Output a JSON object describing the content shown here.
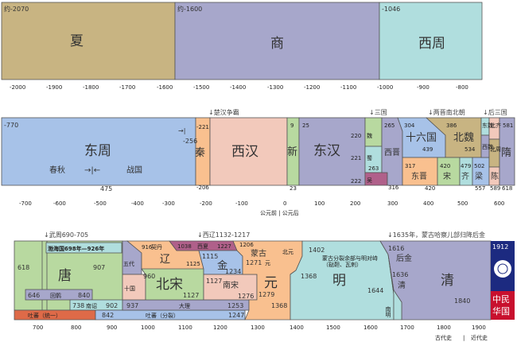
{
  "colors": {
    "xia": "#c8b482",
    "shang": "#a7a7cb",
    "xizhou": "#b0dede",
    "dongzhou": "#a7c2e8",
    "qin": "#f9c08f",
    "xihan": "#f2c9bb",
    "xin": "#b8d9a0",
    "donghan": "#a7a7cb",
    "wei": "#b8d9a0",
    "shu": "#b0dede",
    "wu": "#b0608a",
    "jin": "#a7a7cb",
    "shiliu": "#a7c2e8",
    "beiwei": "#c8b482",
    "dongjin": "#f9c08f",
    "song": "#b8d9a0",
    "qi": "#b0dede",
    "liang": "#a7c2e8",
    "chen": "#f2c9bb",
    "tang": "#b8d9a0",
    "tubo1": "#de6a48",
    "tubo2": "#a7c2e8",
    "liao": "#f9c08f",
    "xixia": "#b0608a",
    "jinn": "#a7c2e8",
    "yuan": "#f9c08f",
    "ming": "#b0dede",
    "qing": "#a7a7cb",
    "roc_blue": "#1c2a80",
    "roc_red": "#c8102e"
  },
  "row1": {
    "xia": {
      "name": "夏",
      "start": "约-2070"
    },
    "shang": {
      "name": "商",
      "start": "约-1600"
    },
    "xizhou": {
      "name": "西周",
      "start": "-1046"
    },
    "ticks": [
      "-2000",
      "-1900",
      "-1800",
      "-1700",
      "-1600",
      "-1500",
      "-1400",
      "-1300",
      "-1200",
      "-1100",
      "-1000",
      "-900",
      "-800"
    ]
  },
  "row2": {
    "annotations": {
      "chuhan": "↓楚汉争霸",
      "sanguo": "↓三国",
      "jinnan": "↓两晋南北朝",
      "housan": "↓后三国"
    },
    "dongzhou": {
      "name": "东周",
      "start": "-770",
      "chunqiu": "春秋",
      "zhanguo": "战国",
      "split": "475",
      "arrow": "→|←",
      "qin_arrow": "→|",
      "y256": "-256"
    },
    "qin": {
      "name": "秦",
      "start": "-221",
      "end": "-206"
    },
    "xihan": {
      "name": "西汉"
    },
    "xin": {
      "name": "新",
      "start": "9",
      "end": "23"
    },
    "donghan": {
      "name": "东汉",
      "start": "25",
      "end1": "220",
      "end2": "221",
      "end3": "222"
    },
    "wei": {
      "name": "魏"
    },
    "shu": {
      "name": "蜀",
      "end": "263"
    },
    "wu": {
      "name": "吴"
    },
    "xijin": {
      "name": "西晋",
      "start": "265",
      "end": "316"
    },
    "shiliu": {
      "name": "十六国",
      "start": "304",
      "end": "439"
    },
    "beiwei": {
      "name": "北魏",
      "start": "386",
      "end": "534"
    },
    "dongjin": {
      "name": "东晋",
      "start": "317",
      "end": "420"
    },
    "song": {
      "name": "宋",
      "start": "420"
    },
    "qi": {
      "name": "齐",
      "start": "479"
    },
    "liang": {
      "name": "梁",
      "start": "502",
      "end": "557"
    },
    "chen": {
      "name": "陈",
      "end": "589"
    },
    "dongwei": {
      "name": "东魏"
    },
    "xiwei": {
      "name": "西魏"
    },
    "beiqi": {
      "name": "北齐"
    },
    "beizhou": {
      "name": "北周"
    },
    "sui": {
      "name": "隋",
      "start": "581",
      "end": "618"
    },
    "ticks": [
      "-700",
      "-600",
      "-500",
      "-400",
      "-300",
      "-200",
      "-100",
      "0",
      "100",
      "200",
      "300",
      "400",
      "500",
      "600"
    ],
    "era_label": "公元前 | 公元后"
  },
  "row3": {
    "annotations": {
      "wuzhou": "↓武周690-705",
      "xiliao": "↓西辽1132-1217",
      "houjin": "↓1635年，蒙古哈察儿部归降后金"
    },
    "tang": {
      "name": "唐",
      "start": "618",
      "end": "907"
    },
    "bohai": {
      "name": "渤海国698年—926年"
    },
    "huihu": {
      "name": "回鹘",
      "start": "646",
      "end": "840"
    },
    "nanzhao": {
      "name": "南诏",
      "start": "738",
      "end": "902"
    },
    "tubo1": {
      "name": "吐蕃（统一）"
    },
    "tubo2": {
      "name": "吐蕃（分裂）",
      "start": "842",
      "end": "1247"
    },
    "wudai": {
      "name": "五代"
    },
    "shiguo": {
      "name": "十国"
    },
    "dali": {
      "name": "大理",
      "start": "937",
      "end": "1253"
    },
    "liao": {
      "name": "辽",
      "qidan": "契丹",
      "start": "916",
      "end": "1125"
    },
    "beisong": {
      "name": "北宋",
      "start": "960",
      "end": "1127"
    },
    "xixia": {
      "name": "西夏",
      "start": "1038",
      "end": "1227"
    },
    "jin": {
      "name": "金",
      "start": "1115",
      "end": "1234"
    },
    "nansong": {
      "name": "南宋",
      "start": "1127",
      "end": "1276"
    },
    "menggu": {
      "name": "蒙古",
      "start": "1206",
      "yuan_start": "1271",
      "yuan_label": "元"
    },
    "yuan": {
      "name": "元",
      "s1279": "1279",
      "end": "1368"
    },
    "beiyuan": {
      "name": "北元"
    },
    "ming": {
      "name": "明",
      "start": "1368",
      "note1": "蒙古分裂余部与明对峙",
      "note2": "（鞑靼、瓦剌）",
      "n1402": "1402",
      "end": "1644"
    },
    "nanming": {
      "name": "南明"
    },
    "houjin": {
      "name": "后金",
      "start": "1616"
    },
    "qing": {
      "name": "清",
      "start": "1636",
      "small": "清",
      "modern": "1840"
    },
    "roc": {
      "name1": "中民",
      "name2": "华国",
      "start": "1912"
    },
    "ticks": [
      "700",
      "800",
      "900",
      "1000",
      "1100",
      "1200",
      "1300",
      "1400",
      "1500",
      "1600",
      "1700",
      "1800",
      "1900"
    ],
    "period": {
      "ancient": "古代史",
      "sep": "|",
      "modern": "近代史"
    }
  }
}
